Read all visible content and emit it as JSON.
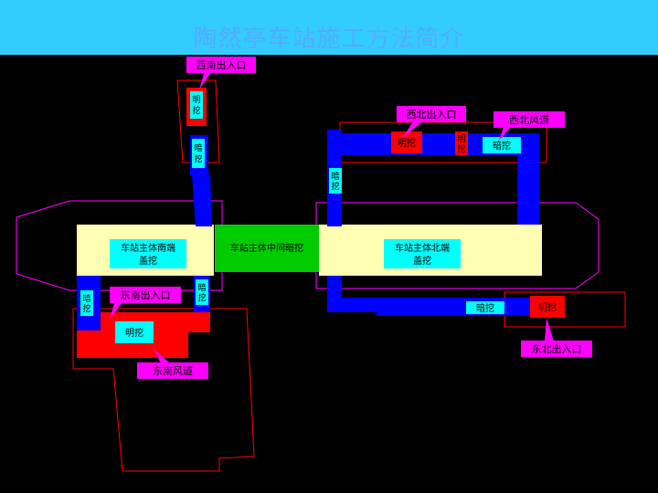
{
  "title": "陶然亭车站施工方法简介",
  "labels": {
    "sw_exit": "西南出入口",
    "nw_exit": "西北出入口",
    "nw_vent": "西北风道",
    "se_exit": "东南出入口",
    "se_vent": "东南风道",
    "ne_exit": "东北出入口",
    "south_end": [
      "车站主体南端",
      "盖挖"
    ],
    "middle": "车站主体中间暗挖",
    "north_end": [
      "车站主体北端",
      "盖挖"
    ],
    "open_cut": "明挖",
    "mined": "暗挖",
    "open_cut_v": [
      "明",
      "挖"
    ],
    "mined_v": [
      "暗",
      "挖"
    ]
  },
  "colors": {
    "header": "#33ccff",
    "background": "#000000",
    "callout": "#ff00ff",
    "open_cut": "#ff0000",
    "mined": "#0000ff",
    "cut_cover_label": "#00ffff",
    "main_body": "#ffffb3",
    "middle_mined": "#00cc00",
    "outline": "#ff0000"
  }
}
